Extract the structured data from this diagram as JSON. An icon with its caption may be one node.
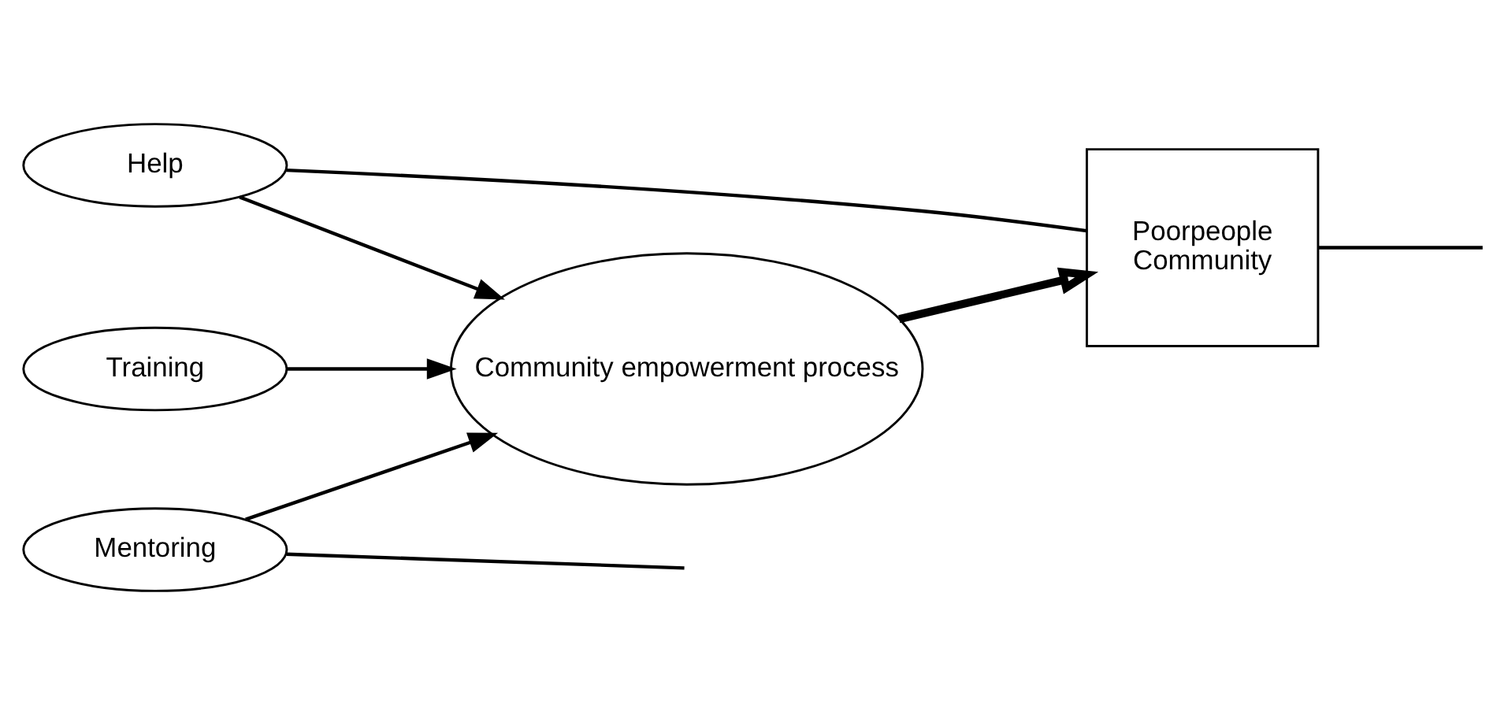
{
  "diagram": {
    "nodes": [
      {
        "text": [
          "Help"
        ]
      },
      {
        "text": [
          "Training"
        ]
      },
      {
        "text": [
          "Mentoring"
        ]
      },
      {
        "text": [
          "Community empowerment process"
        ]
      },
      {
        "text": [
          "Poorpeople",
          "Community"
        ]
      }
    ],
    "edges": [
      {
        "from": 0,
        "to": 3,
        "arrow": "to"
      },
      {
        "from": 1,
        "to": 3,
        "arrow": "to"
      },
      {
        "from": 2,
        "to": 3,
        "arrow": "to"
      },
      {
        "from": 3,
        "to": 4,
        "arrow": "to",
        "style": "thick"
      },
      {
        "from": 0,
        "to": 4,
        "arrow": "none"
      },
      {
        "from": 2,
        "to": null,
        "arrow": "none"
      },
      {
        "from": 4,
        "to": null,
        "arrow": "none"
      }
    ]
  }
}
